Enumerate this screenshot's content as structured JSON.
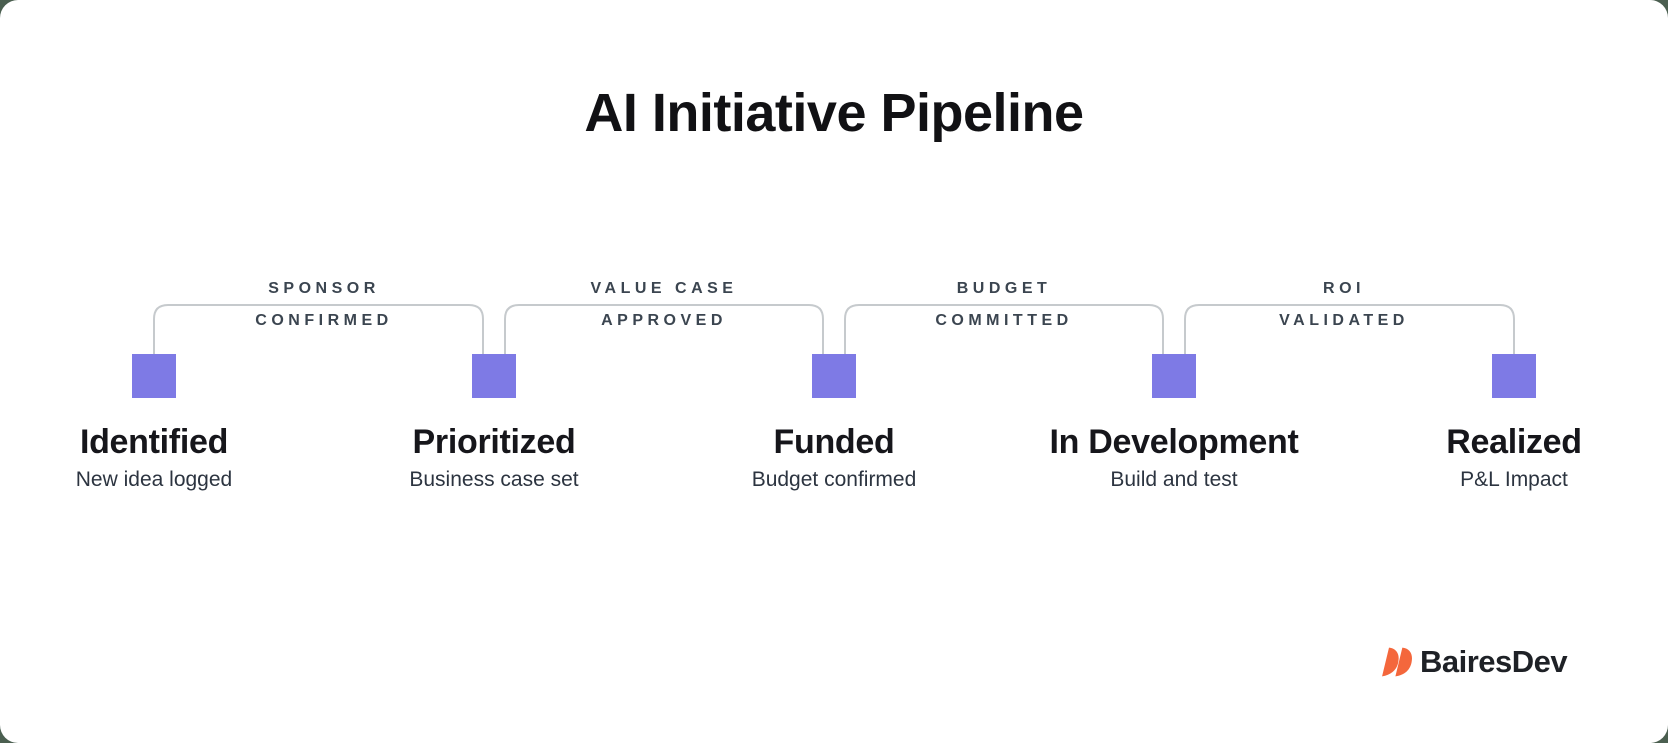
{
  "title": "AI Initiative Pipeline",
  "stages": [
    {
      "name": "Identified",
      "description": "New idea logged"
    },
    {
      "name": "Prioritized",
      "description": "Business case set"
    },
    {
      "name": "Funded",
      "description": "Budget confirmed"
    },
    {
      "name": "In Development",
      "description": "Build and test"
    },
    {
      "name": "Realized",
      "description": "P&L Impact"
    }
  ],
  "transitions": [
    {
      "line1": "SPONSOR",
      "line2": "CONFIRMED"
    },
    {
      "line1": "VALUE CASE",
      "line2": "APPROVED"
    },
    {
      "line1": "BUDGET",
      "line2": "COMMITTED"
    },
    {
      "line1": "ROI",
      "line2": "VALIDATED"
    }
  ],
  "colors": {
    "accent_purple": "#7E7AE5",
    "connector_line": "#C6CACD",
    "transition_label": "#3B4550",
    "title_text": "#111114",
    "stage_name_text": "#16161B",
    "stage_desc_text": "#2C3440",
    "logo_orange": "#F4673C",
    "logo_text": "#1E2126",
    "card_background": "#FFFFFF",
    "page_background": "#4B5F50"
  },
  "logo": {
    "text": "BairesDev",
    "mark_icon": "bairesdev-mark-icon"
  }
}
